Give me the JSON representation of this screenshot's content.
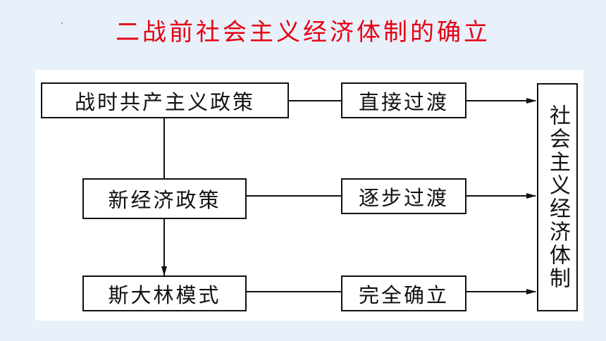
{
  "title": "二战前社会主义经济体制的确立",
  "nodes": {
    "war_communism": "战时共产主义政策",
    "nep": "新经济政策",
    "stalin_model": "斯大林模式",
    "direct_transition": "直接过渡",
    "gradual_transition": "逐步过渡",
    "complete_establishment": "完全确立",
    "socialist_system": "社会主义经济体制"
  }
}
